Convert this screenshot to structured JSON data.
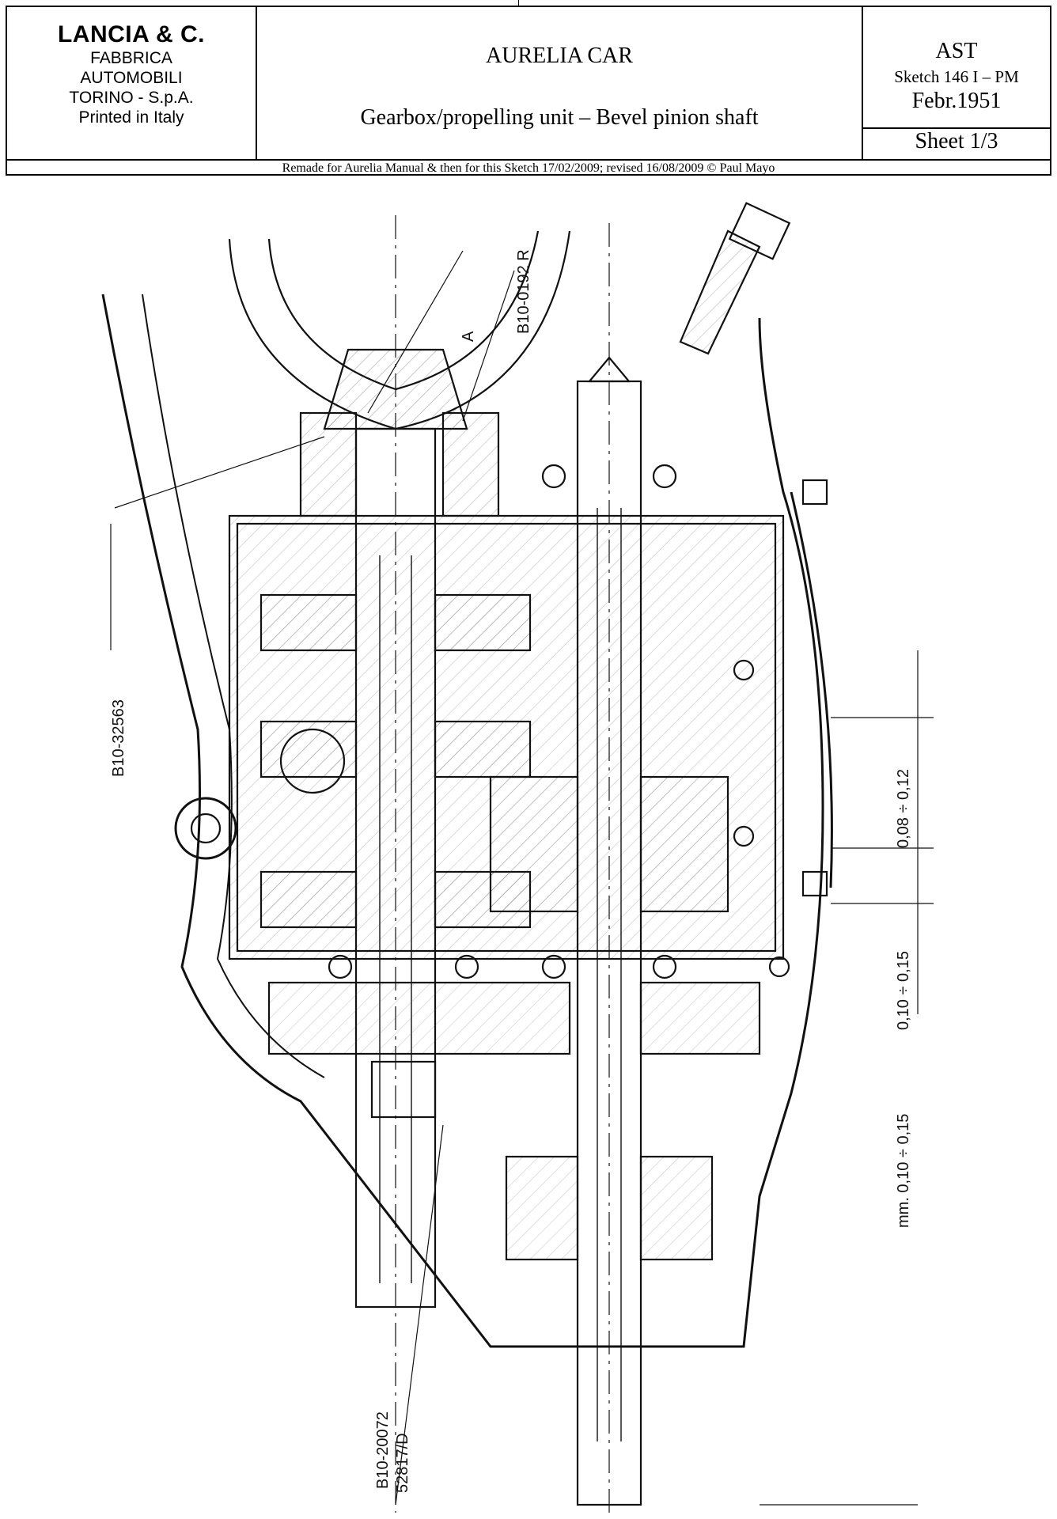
{
  "title_block": {
    "company_line1": "LANCIA & C.",
    "company_line2": "FABBRICA",
    "company_line3": "AUTOMOBILI",
    "company_line4": "TORINO - S.p.A.",
    "company_line5": "Printed in Italy",
    "title": "AURELIA CAR",
    "subtitle": "Gearbox/propelling unit – Bevel pinion shaft",
    "code": "AST",
    "sketch": "Sketch 146 I – PM",
    "date": "Febr.1951",
    "sheet": "Sheet 1/3",
    "credits": "Remade for Aurelia Manual & then for this Sketch 17/02/2009; revised 16/08/2009  © Paul Mayo"
  },
  "drawing": {
    "part_labels": {
      "p1": "B10-0192 R",
      "p2": "A",
      "p3": "B10-32563",
      "p4": "B10-20072",
      "p5": "52817/D"
    },
    "dimensions": {
      "d1": "0,08 ÷ 0,12",
      "d2": "0,10 ÷ 0,15",
      "d3": "mm. 0,10 ÷ 0,15"
    }
  }
}
